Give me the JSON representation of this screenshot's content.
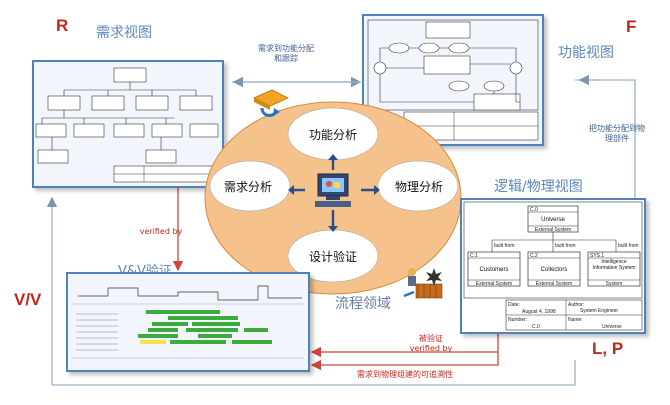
{
  "corner_letters": {
    "r": "R",
    "f": "F",
    "vv": "V/V",
    "lp": "L, P"
  },
  "views": {
    "requirements": "需求视图",
    "functional": "功能视图",
    "logical_physical": "逻辑/物理视图",
    "vv": "V&V验证"
  },
  "process": {
    "domain": "流程领域",
    "requirements_analysis": "需求分析",
    "functional_analysis": "功能分析",
    "physical_analysis": "物理分析",
    "design_verification": "设计验证"
  },
  "notes": {
    "req_to_func": "需求到功能分配\n和跟踪",
    "func_to_phys": "把功能分配到物\n理部件",
    "verified_by_left": "verified by",
    "verified_bottom": "被验证\nverified by",
    "traceability": "需求到物理组建的可追溯性"
  },
  "logical_panel": {
    "top_code": "C.0",
    "top_name": "Universe",
    "top_sub": "External System",
    "built_from": "built from",
    "blocks": [
      {
        "code": "C.1",
        "name": "Customers",
        "sub": "External System"
      },
      {
        "code": "C.2",
        "name": "Collectors",
        "sub": "External System"
      },
      {
        "code": "SYS.1",
        "name": "Intelligence Information System",
        "sub": "System"
      }
    ],
    "date_label": "Date:",
    "date_value": "August 4, 1998",
    "author_label": "Author:",
    "author_value": "System Engineer",
    "number_label": "Number:",
    "number_value": "C.0",
    "name_label": "Name:",
    "name_value": "Universe"
  },
  "colors": {
    "panel_border": "#4f81bd",
    "accent_red": "#c0281c",
    "caption_blue": "#5b87b8",
    "process_fill": "#f5c28c"
  }
}
